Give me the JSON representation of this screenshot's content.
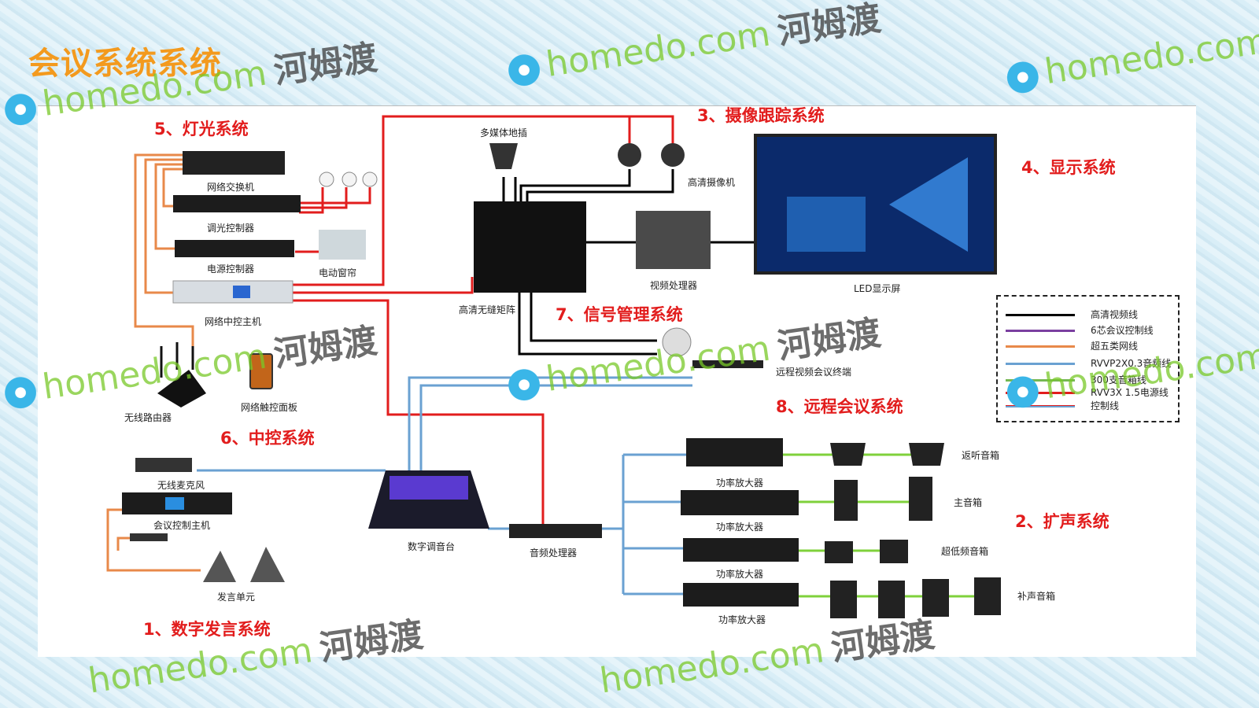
{
  "title": "会议系统系统",
  "watermark": {
    "brand": "homedo.com",
    "cn": "河姆渡"
  },
  "sections": {
    "s1": "1、数字发言系统",
    "s2": "2、扩声系统",
    "s3": "3、摄像跟踪系统",
    "s4": "4、显示系统",
    "s5": "5、灯光系统",
    "s6": "6、中控系统",
    "s7": "7、信号管理系统",
    "s8": "8、远程会议系统"
  },
  "devices": {
    "switch": "网络交换机",
    "dimmer": "调光控制器",
    "power": "电源控制器",
    "curtain": "电动窗帘",
    "central": "网络中控主机",
    "router": "无线路由器",
    "touch": "网络触控面板",
    "floorbox": "多媒体地插",
    "hdcam": "高清摄像机",
    "matrix": "高清无缝矩阵",
    "vproc": "视频处理器",
    "led": "LED显示屏",
    "terminal": "远程视频会议终端",
    "wmic": "无线麦克风",
    "confhost": "会议控制主机",
    "speak": "发言单元",
    "mixer": "数字调音台",
    "aproc": "音频处理器",
    "amp": "功率放大器",
    "monitor": "返听音箱",
    "main": "主音箱",
    "sub": "超低频音箱",
    "fill": "补声音箱"
  },
  "legend": [
    {
      "label": "高清视频线",
      "color": "#000000"
    },
    {
      "label": "6芯会议控制线",
      "color": "#7a3fa0"
    },
    {
      "label": "超五类网线",
      "color": "#e8894a"
    },
    {
      "label": "RVVP2X0.3音频线",
      "color": "#6aa1d2"
    },
    {
      "label": "300支音箱线",
      "color": "#76b852"
    },
    {
      "label": "RVV3X 1.5电源线",
      "color": "#e21d1d"
    },
    {
      "label": "控制线",
      "color": "#e21d1d"
    }
  ],
  "colors": {
    "video": "#000000",
    "net": "#e8894a",
    "audio": "#6aa1d2",
    "speaker": "#7fd13b",
    "power": "#e21d1d",
    "title": "#f39a1e"
  }
}
